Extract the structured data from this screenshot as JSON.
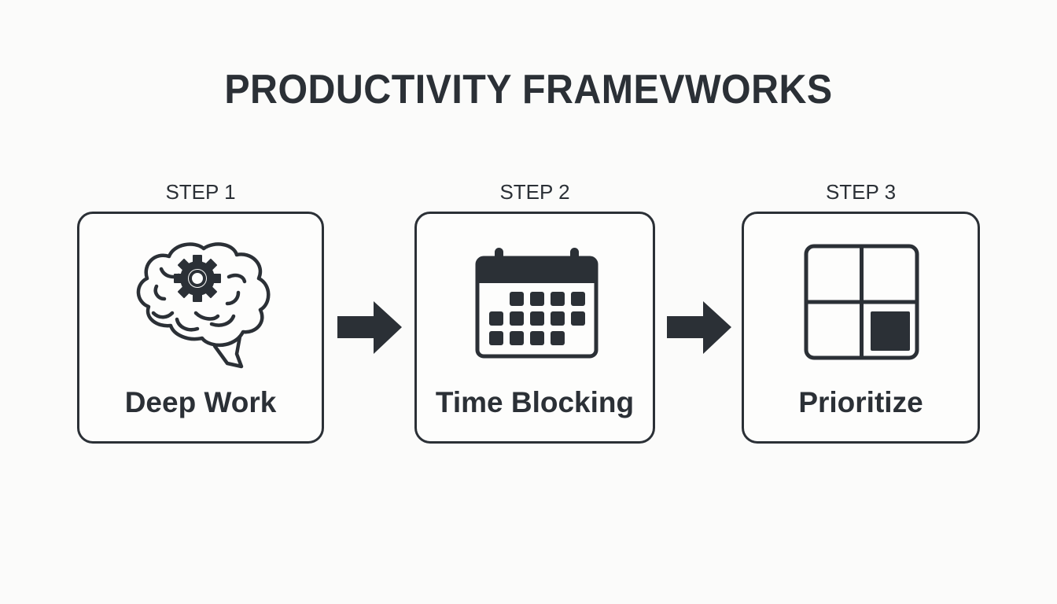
{
  "title": "PRODUCTIVITY FRAMEVWORKS",
  "colors": {
    "background": "#fbfbfa",
    "ink": "#2b3036"
  },
  "steps": [
    {
      "step_label": "STEP 1",
      "name": "Deep Work",
      "icon": "brain-gear-icon"
    },
    {
      "step_label": "STEP 2",
      "name": "Time Blocking",
      "icon": "calendar-icon"
    },
    {
      "step_label": "STEP 3",
      "name": "Prioritize",
      "icon": "priority-matrix-icon"
    }
  ],
  "connectors": [
    {
      "from": "STEP 1",
      "to": "STEP 2",
      "icon": "arrow-right-icon"
    },
    {
      "from": "STEP 2",
      "to": "STEP 3",
      "icon": "arrow-right-icon"
    }
  ]
}
